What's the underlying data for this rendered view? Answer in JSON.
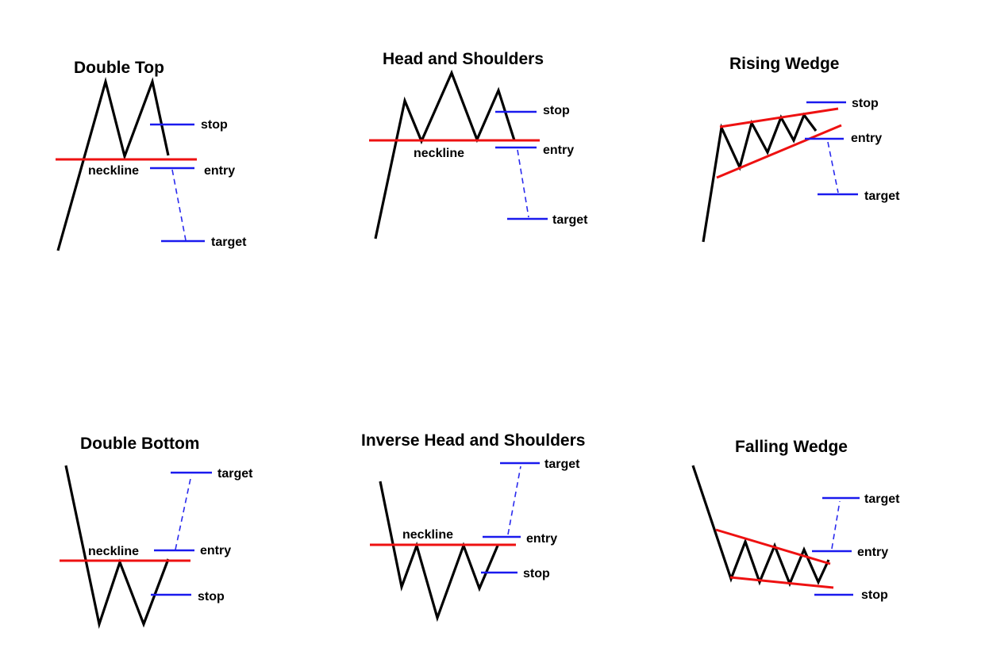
{
  "patterns": {
    "double_top": {
      "title": "Double Top",
      "neckline_label": "neckline",
      "stop_label": "stop",
      "entry_label": "entry",
      "target_label": "target"
    },
    "head_and_shoulders": {
      "title": "Head and Shoulders",
      "neckline_label": "neckline",
      "stop_label": "stop",
      "entry_label": "entry",
      "target_label": "target"
    },
    "rising_wedge": {
      "title": "Rising Wedge",
      "stop_label": "stop",
      "entry_label": "entry",
      "target_label": "target"
    },
    "double_bottom": {
      "title": "Double Bottom",
      "neckline_label": "neckline",
      "target_label": "target",
      "entry_label": "entry",
      "stop_label": "stop"
    },
    "inverse_head_and_shoulders": {
      "title": "Inverse Head and Shoulders",
      "neckline_label": "neckline",
      "target_label": "target",
      "entry_label": "entry",
      "stop_label": "stop"
    },
    "falling_wedge": {
      "title": "Falling Wedge",
      "target_label": "target",
      "entry_label": "entry",
      "stop_label": "stop"
    }
  },
  "colors": {
    "price_line": "#000000",
    "neckline": "#ee1111",
    "levels": "#1a1aee",
    "background": "#ffffff"
  }
}
